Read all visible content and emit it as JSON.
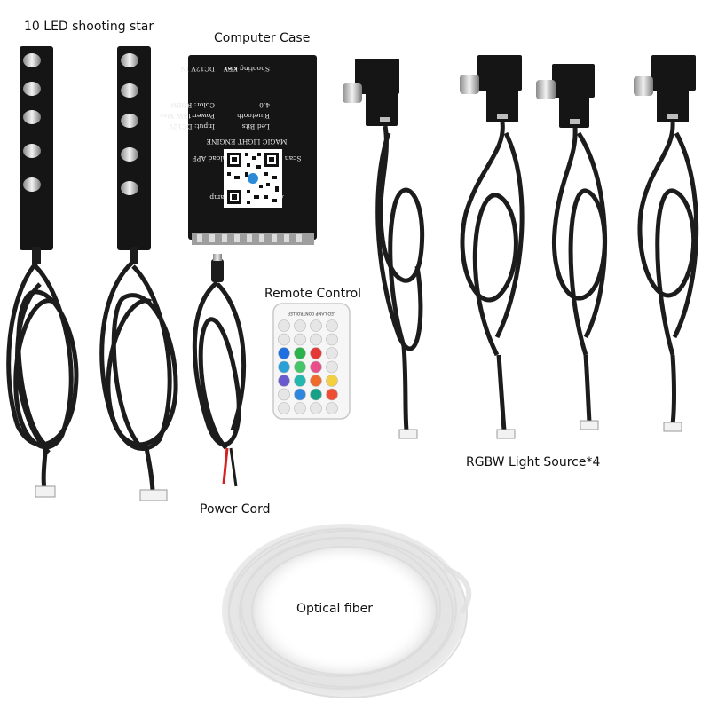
{
  "labels": {
    "shooting_star": "10 LED shooting star",
    "computer_case": "Computer Case",
    "remote_control": "Remote Control",
    "rgbw": "RGBW Light Source*4",
    "power_cord": "Power Cord",
    "optical_fiber": "Optical fiber"
  },
  "case_text": {
    "line1": "Scan QR Code to Download APP",
    "line2": "MAGIC LIGHT ENGINE",
    "line3": "Input: DC12V",
    "line4": "Power:16W Max",
    "line5": "Color: RGBW",
    "line6": "Led Bits",
    "line7": "Bluetooth",
    "line8": "4.0",
    "line9": "Shooting star",
    "line10": "DC12V IN",
    "line11": "KEY",
    "line12": "APP Name: Led Lamp"
  },
  "remote": {
    "header": "LED LAMP CONTROLLER",
    "button_colors": [
      "#e6e6e6",
      "#e6e6e6",
      "#e6e6e6",
      "#e6e6e6",
      "#e6e6e6",
      "#e6e6e6",
      "#e6e6e6",
      "#e6e6e6",
      "#1f6fe0",
      "#29b34a",
      "#e53935",
      "#e6e6e6",
      "#2aa0d8",
      "#46c66a",
      "#e94d8a",
      "#e6e6e6",
      "#6a5acd",
      "#22b8b0",
      "#f06a2a",
      "#f4d03f",
      "#e6e6e6",
      "#2e86de",
      "#16a085",
      "#ee4e34",
      "#e6e6e6",
      "#e6e6e6",
      "#e6e6e6",
      "#e6e6e6"
    ]
  },
  "colors": {
    "device_black": "#151515",
    "cable_black": "#1c1c1c",
    "metal": "#bfbfbf",
    "fiber": "#e2e2e2",
    "label_text": "#111111"
  }
}
